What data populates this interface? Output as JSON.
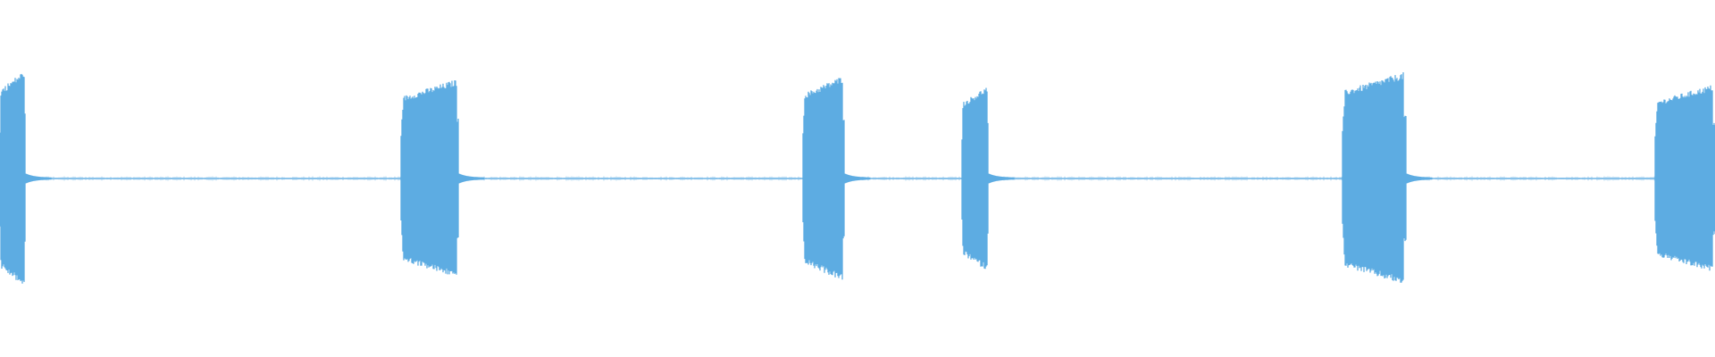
{
  "waveform": {
    "color": "#5DACE2",
    "background": "#FFFFFF",
    "baseline_amplitude": 0.012,
    "segments": [
      {
        "start": 0.0,
        "end": 0.0145,
        "peak": 0.61
      },
      {
        "start": 0.234,
        "end": 0.267,
        "peak": 0.56
      },
      {
        "start": 0.468,
        "end": 0.492,
        "peak": 0.58
      },
      {
        "start": 0.561,
        "end": 0.576,
        "peak": 0.52
      },
      {
        "start": 0.783,
        "end": 0.82,
        "peak": 0.6
      },
      {
        "start": 0.965,
        "end": 1.0,
        "peak": 0.53
      }
    ]
  }
}
